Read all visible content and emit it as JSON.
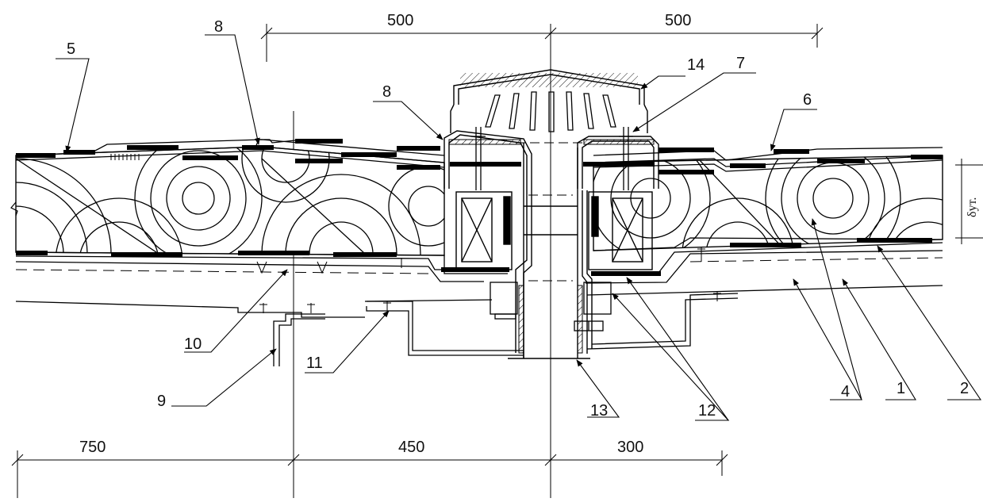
{
  "dimensions": {
    "top_left": "500",
    "top_right": "500",
    "bottom_left": "750",
    "bottom_mid": "450",
    "bottom_right": "300"
  },
  "callouts": {
    "c1": "1",
    "c2": "2",
    "c4": "4",
    "c5": "5",
    "c6": "6",
    "c7": "7",
    "c8a": "8",
    "c8b": "8",
    "c9": "9",
    "c10": "10",
    "c11": "11",
    "c12": "12",
    "c13": "13",
    "c14": "14"
  },
  "thickness_symbol": "δут."
}
